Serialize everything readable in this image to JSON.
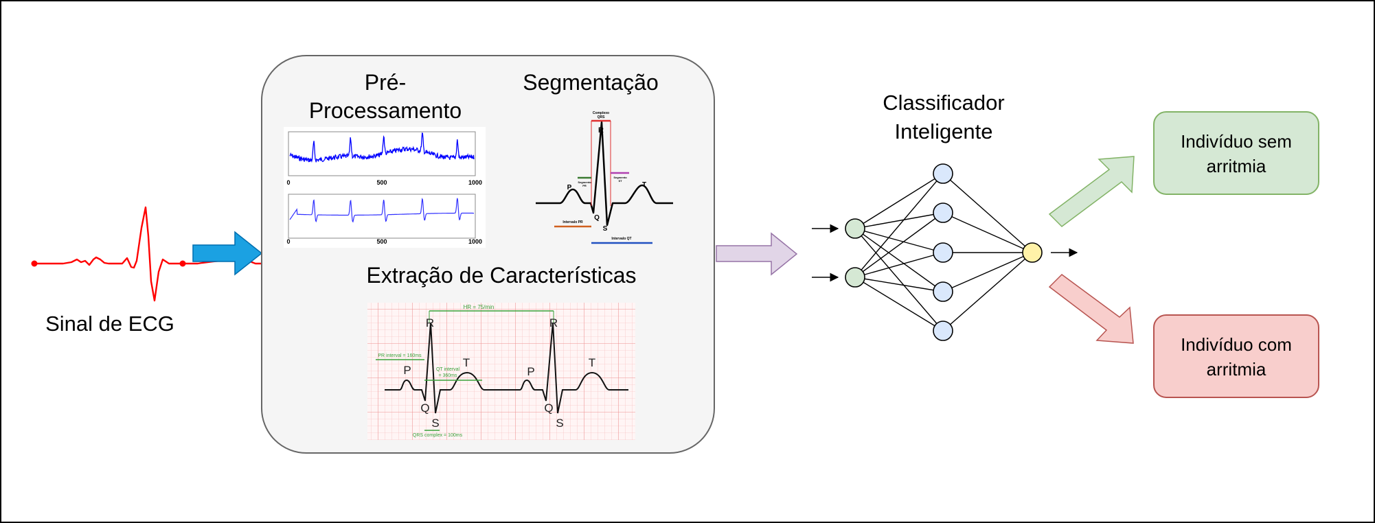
{
  "input": {
    "label": "Sinal de ECG"
  },
  "pipeline": {
    "preprocessing": {
      "label_line1": "Pré-",
      "label_line2": "Processamento",
      "ticks": [
        "0",
        "500",
        "1000"
      ]
    },
    "segmentation": {
      "label": "Segmentação",
      "annotations": {
        "qrs_complex_l1": "Complexo",
        "qrs_complex_l2": "QRS",
        "segment_pr_l1": "Segmento",
        "segment_pr_l2": "PR",
        "segment_st_l1": "Segmento",
        "segment_st_l2": "ST",
        "interval_pr": "Intervalo PR",
        "interval_qt": "Intervalo QT",
        "p": "P",
        "q": "Q",
        "r": "R",
        "s": "S",
        "t": "T"
      }
    },
    "extraction": {
      "label": "Extração de Características",
      "annotations": {
        "hr": "HR = 75/min",
        "pr_interval": "PR interval = 160ms",
        "qt_interval_l1": "QT interval",
        "qt_interval_l2": "= 360ms",
        "qrs_complex": "QRS complex = 100ms",
        "p": "P",
        "q": "Q",
        "r": "R",
        "s": "S",
        "t": "T"
      }
    }
  },
  "classifier": {
    "label_line1": "Classificador",
    "label_line2": "Inteligente"
  },
  "outputs": {
    "no_arrhythmia": {
      "line1": "Indivíduo sem",
      "line2": "arritmia",
      "fill": "#d5e8d4",
      "stroke": "#82b366"
    },
    "arrhythmia": {
      "line1": "Indivíduo com",
      "line2": "arritmia",
      "fill": "#f8cecc",
      "stroke": "#b85450"
    }
  },
  "colors": {
    "ecg_signal": "#ff0000",
    "input_arrow": "#1ba1e2",
    "classifier_arrow_fill": "#e1d5e7",
    "classifier_arrow_stroke": "#9673a6",
    "node_input": "#d5e8d4",
    "node_hidden": "#dae8fc",
    "node_output": "#fff2a8",
    "raw_signal": "#0000ff"
  }
}
